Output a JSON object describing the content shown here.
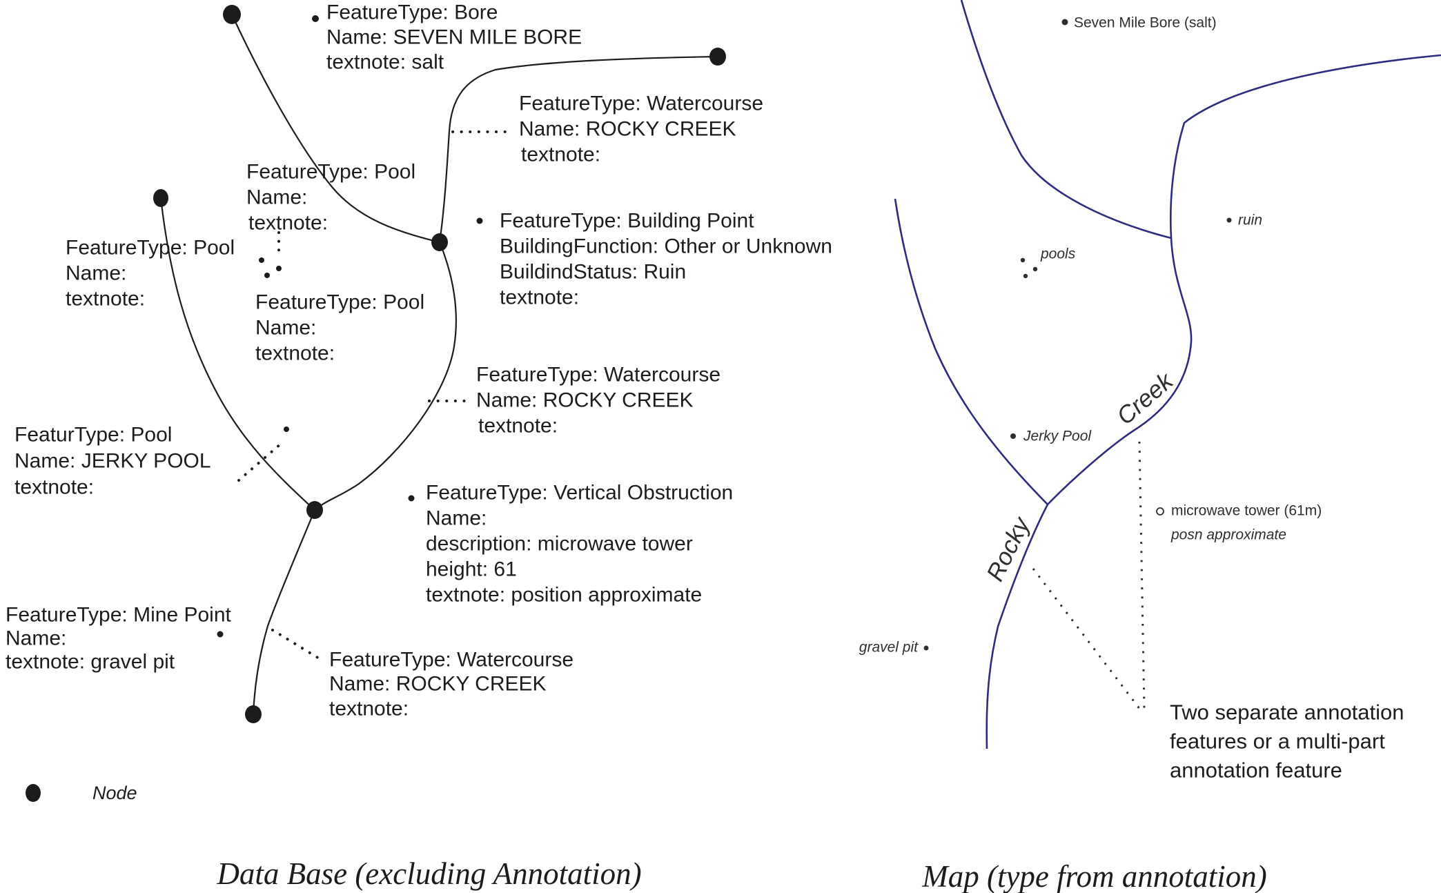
{
  "figure": {
    "colors": {
      "stream": "#2d2b80",
      "ink": "#1c1c1c",
      "map_text": "#2e2e2e"
    },
    "left": {
      "caption": "Data Base (excluding Annotation)",
      "legend": {
        "node_label": "Node"
      },
      "labels": {
        "bore": {
          "lines": [
            "FeatureType: Bore",
            "Name: SEVEN MILE BORE",
            "textnote: salt"
          ]
        },
        "watercourse_top": {
          "lines": [
            "FeatureType: Watercourse",
            "Name: ROCKY CREEK",
            "textnote:"
          ]
        },
        "pool_upper": {
          "lines": [
            "FeatureType: Pool",
            "Name:",
            "textnote:"
          ]
        },
        "pool_left": {
          "lines": [
            "FeatureType: Pool",
            "Name:",
            "textnote:"
          ]
        },
        "pool_mid": {
          "lines": [
            "FeatureType: Pool",
            "Name:",
            "textnote:"
          ]
        },
        "building": {
          "lines": [
            "FeatureType: Building Point",
            "BuildingFunction: Other or Unknown",
            "BuildindStatus: Ruin",
            "textnote:"
          ]
        },
        "watercourse_mid": {
          "lines": [
            "FeatureType: Watercourse",
            "Name: ROCKY CREEK",
            "textnote:"
          ]
        },
        "jerky": {
          "lines": [
            "FeaturType: Pool",
            "Name: JERKY POOL",
            "textnote:"
          ]
        },
        "vertical_obstruction": {
          "lines": [
            "FeatureType: Vertical Obstruction",
            "Name:",
            "description: microwave tower",
            "height: 61",
            "textnote: position approximate"
          ]
        },
        "mine": {
          "lines": [
            "FeatureType: Mine Point",
            "Name:",
            "textnote: gravel pit"
          ]
        },
        "watercourse_bottom": {
          "lines": [
            "FeatureType: Watercourse",
            "Name: ROCKY CREEK",
            "textnote:"
          ]
        }
      }
    },
    "right": {
      "caption": "Map (type from annotation)",
      "labels": {
        "seven_mile_bore": "Seven Mile Bore (salt)",
        "ruin": "ruin",
        "pools": "pools",
        "jerky_pool": "Jerky Pool",
        "creek": "Creek",
        "rocky": "Rocky",
        "microwave_tower": "microwave tower (61m)",
        "posn": "posn approximate",
        "gravel_pit": "gravel pit",
        "annotation_note": {
          "lines": [
            "Two separate annotation",
            "features or a multi-part",
            "annotation feature"
          ]
        }
      }
    }
  }
}
